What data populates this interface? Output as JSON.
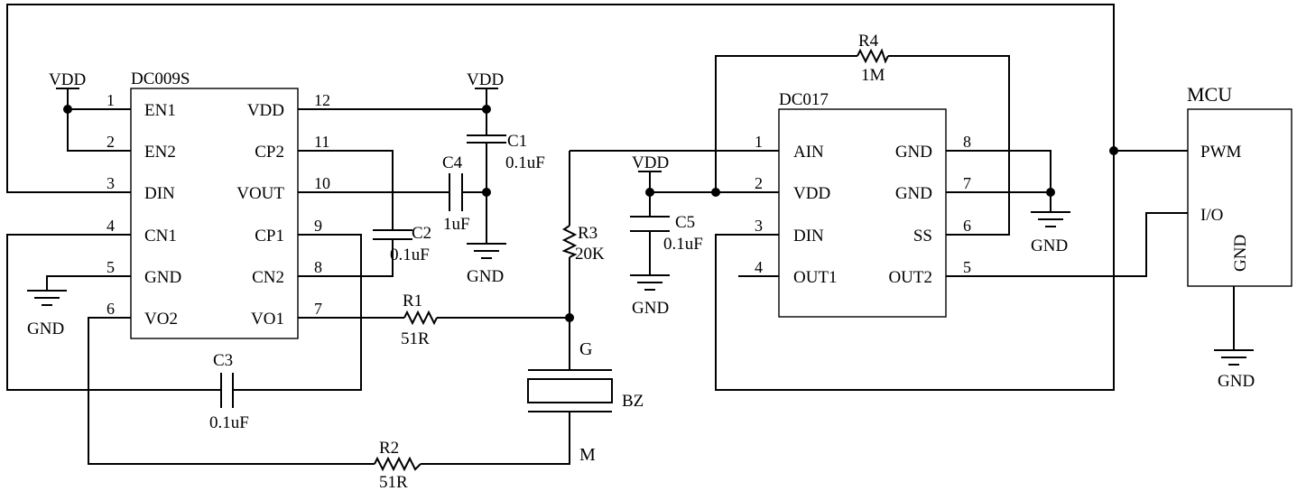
{
  "chips": {
    "dc009s": {
      "name": "DC009S",
      "left_pins": [
        {
          "num": "1",
          "label": "EN1"
        },
        {
          "num": "2",
          "label": "EN2"
        },
        {
          "num": "3",
          "label": "DIN"
        },
        {
          "num": "4",
          "label": "CN1"
        },
        {
          "num": "5",
          "label": "GND"
        },
        {
          "num": "6",
          "label": "VO2"
        }
      ],
      "right_pins": [
        {
          "num": "12",
          "label": "VDD"
        },
        {
          "num": "11",
          "label": "CP2"
        },
        {
          "num": "10",
          "label": "VOUT"
        },
        {
          "num": "9",
          "label": "CP1"
        },
        {
          "num": "8",
          "label": "CN2"
        },
        {
          "num": "7",
          "label": "VO1"
        }
      ]
    },
    "dc017": {
      "name": "DC017",
      "left_pins": [
        {
          "num": "1",
          "label": "AIN"
        },
        {
          "num": "2",
          "label": "VDD"
        },
        {
          "num": "3",
          "label": "DIN"
        },
        {
          "num": "4",
          "label": "OUT1"
        }
      ],
      "right_pins": [
        {
          "num": "8",
          "label": "GND"
        },
        {
          "num": "7",
          "label": "GND"
        },
        {
          "num": "6",
          "label": "SS"
        },
        {
          "num": "5",
          "label": "OUT2"
        }
      ]
    },
    "mcu": {
      "name": "MCU",
      "pins": {
        "pwm": "PWM",
        "io": "I/O",
        "gnd": "GND"
      }
    }
  },
  "components": {
    "c1": {
      "ref": "C1",
      "value": "0.1uF"
    },
    "c2": {
      "ref": "C2",
      "value": "0.1uF"
    },
    "c3": {
      "ref": "C3",
      "value": "0.1uF"
    },
    "c4": {
      "ref": "C4",
      "value": "1uF"
    },
    "c5": {
      "ref": "C5",
      "value": "0.1uF"
    },
    "r1": {
      "ref": "R1",
      "value": "51R"
    },
    "r2": {
      "ref": "R2",
      "value": "51R"
    },
    "r3": {
      "ref": "R3",
      "value": "20K"
    },
    "r4": {
      "ref": "R4",
      "value": "1M"
    },
    "bz": {
      "ref": "BZ",
      "pin_g": "G",
      "pin_m": "M"
    }
  },
  "power": {
    "vdd": "VDD",
    "gnd": "GND"
  }
}
